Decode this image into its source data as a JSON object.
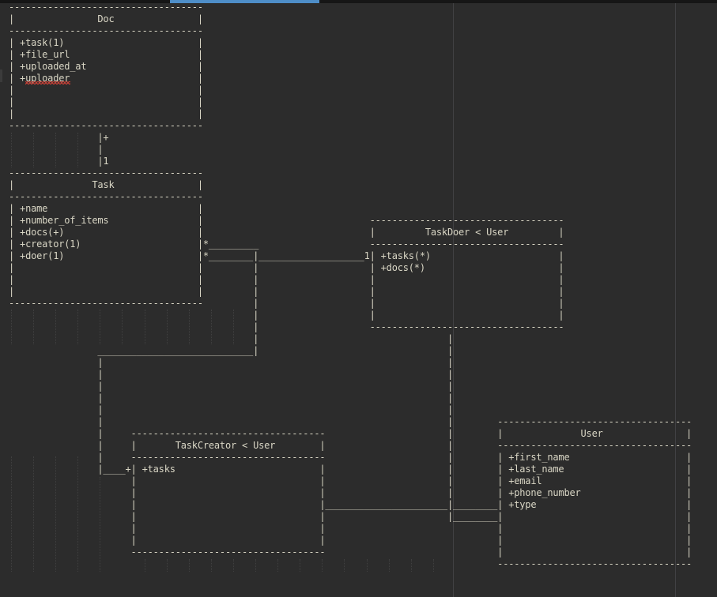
{
  "colors": {
    "background": "#2c2c2c",
    "text": "#d9d6c5",
    "accent_blue": "#4e8ec8",
    "ruler": "#414144",
    "indent_guide": "#404040",
    "top_strip": "#161616",
    "spellcheck_red": "#cc4036"
  },
  "entities": [
    {
      "name": "Doc",
      "attributes": [
        "+task(1)",
        "+file_url",
        "+uploaded_at",
        "+uploader"
      ]
    },
    {
      "name": "Task",
      "attributes": [
        "+name",
        "+number_of_items",
        "+docs(+)",
        "+creator(1)",
        "+doer(1)"
      ]
    },
    {
      "name": "TaskDoer < User",
      "attributes": [
        "+tasks(*)",
        "+docs(*)"
      ]
    },
    {
      "name": "TaskCreator < User",
      "attributes": [
        "+tasks"
      ]
    },
    {
      "name": "User",
      "attributes": [
        "+first_name",
        "+last_name",
        "+email",
        "+phone_number",
        "+type"
      ]
    }
  ],
  "connectors": [
    {
      "from": "Doc",
      "to": "Task",
      "labels": [
        "+",
        "1"
      ]
    },
    {
      "from": "Task",
      "to": "TaskDoer < User",
      "labels": [
        "*",
        "1"
      ]
    },
    {
      "from": "Task",
      "to": "TaskCreator < User",
      "labels": [
        "*",
        "+"
      ]
    },
    {
      "from": "TaskDoer < User",
      "to": "User",
      "labels": []
    },
    {
      "from": "TaskCreator < User",
      "to": "User",
      "labels": []
    }
  ],
  "spellcheck": {
    "word": "uploader",
    "row": 6
  },
  "editor": {
    "lines": [
      [
        [
          0,
          "-",
          35
        ]
      ],
      [
        [
          0,
          "|"
        ],
        [
          16,
          "Doc"
        ],
        [
          34,
          "|"
        ]
      ],
      [
        [
          0,
          "-",
          35
        ]
      ],
      [
        [
          0,
          "|"
        ],
        [
          2,
          "+task(1)"
        ],
        [
          34,
          "|"
        ]
      ],
      [
        [
          0,
          "|"
        ],
        [
          2,
          "+file_url"
        ],
        [
          34,
          "|"
        ]
      ],
      [
        [
          0,
          "|"
        ],
        [
          2,
          "+uploaded_at"
        ],
        [
          34,
          "|"
        ]
      ],
      [
        [
          0,
          "|"
        ],
        [
          2,
          "+uploader"
        ],
        [
          34,
          "|"
        ]
      ],
      [
        [
          0,
          "|"
        ],
        [
          34,
          "|"
        ]
      ],
      [
        [
          0,
          "|"
        ],
        [
          34,
          "|"
        ]
      ],
      [
        [
          0,
          "|"
        ],
        [
          34,
          "|"
        ]
      ],
      [
        [
          0,
          "-",
          35
        ]
      ],
      [
        [
          16,
          "|+"
        ]
      ],
      [
        [
          16,
          "|"
        ]
      ],
      [
        [
          16,
          "|1"
        ]
      ],
      [
        [
          0,
          "-",
          35
        ]
      ],
      [
        [
          0,
          "|"
        ],
        [
          15,
          "Task"
        ],
        [
          34,
          "|"
        ]
      ],
      [
        [
          0,
          "-",
          35
        ]
      ],
      [
        [
          0,
          "|"
        ],
        [
          2,
          "+name"
        ],
        [
          34,
          "|"
        ]
      ],
      [
        [
          0,
          "|"
        ],
        [
          2,
          "+number_of_items"
        ],
        [
          34,
          "|"
        ],
        [
          65,
          "-",
          35
        ]
      ],
      [
        [
          0,
          "|"
        ],
        [
          2,
          "+docs(+)"
        ],
        [
          34,
          "|"
        ],
        [
          65,
          "|"
        ],
        [
          75,
          "TaskDoer < User"
        ],
        [
          99,
          "|"
        ]
      ],
      [
        [
          0,
          "|"
        ],
        [
          2,
          "+creator(1)"
        ],
        [
          34,
          "|*"
        ],
        [
          36,
          "_",
          9
        ],
        [
          65,
          "-",
          35
        ]
      ],
      [
        [
          0,
          "|"
        ],
        [
          2,
          "+doer(1)"
        ],
        [
          34,
          "|*"
        ],
        [
          36,
          "_",
          8
        ],
        [
          44,
          "|"
        ],
        [
          45,
          "_",
          19
        ],
        [
          64,
          "1|"
        ],
        [
          67,
          "+tasks(*)"
        ],
        [
          99,
          "|"
        ]
      ],
      [
        [
          0,
          "|"
        ],
        [
          34,
          "|"
        ],
        [
          44,
          "|"
        ],
        [
          65,
          "|"
        ],
        [
          67,
          "+docs(*)"
        ],
        [
          99,
          "|"
        ]
      ],
      [
        [
          0,
          "|"
        ],
        [
          34,
          "|"
        ],
        [
          44,
          "|"
        ],
        [
          65,
          "|"
        ],
        [
          99,
          "|"
        ]
      ],
      [
        [
          0,
          "|"
        ],
        [
          34,
          "|"
        ],
        [
          44,
          "|"
        ],
        [
          65,
          "|"
        ],
        [
          99,
          "|"
        ]
      ],
      [
        [
          0,
          "-",
          35
        ],
        [
          44,
          "|"
        ],
        [
          65,
          "|"
        ],
        [
          99,
          "|"
        ]
      ],
      [
        [
          44,
          "|"
        ],
        [
          65,
          "|"
        ],
        [
          99,
          "|"
        ]
      ],
      [
        [
          44,
          "|"
        ],
        [
          65,
          "-",
          35
        ]
      ],
      [
        [
          44,
          "|"
        ],
        [
          79,
          "|"
        ]
      ],
      [
        [
          16,
          "_",
          28
        ],
        [
          44,
          "|"
        ],
        [
          79,
          "|"
        ]
      ],
      [
        [
          16,
          "|"
        ],
        [
          79,
          "|"
        ]
      ],
      [
        [
          16,
          "|"
        ],
        [
          79,
          "|"
        ]
      ],
      [
        [
          16,
          "|"
        ],
        [
          79,
          "|"
        ]
      ],
      [
        [
          16,
          "|"
        ],
        [
          79,
          "|"
        ]
      ],
      [
        [
          16,
          "|"
        ],
        [
          79,
          "|"
        ]
      ],
      [
        [
          16,
          "|"
        ],
        [
          79,
          "|"
        ],
        [
          88,
          "-",
          35
        ]
      ],
      [
        [
          16,
          "|"
        ],
        [
          22,
          "-",
          35
        ],
        [
          79,
          "|"
        ],
        [
          88,
          "|"
        ],
        [
          103,
          "User"
        ],
        [
          122,
          "|"
        ]
      ],
      [
        [
          16,
          "|"
        ],
        [
          22,
          "|"
        ],
        [
          30,
          "TaskCreator < User"
        ],
        [
          56,
          "|"
        ],
        [
          79,
          "|"
        ],
        [
          88,
          "-",
          35
        ]
      ],
      [
        [
          16,
          "|"
        ],
        [
          22,
          "-",
          35
        ],
        [
          79,
          "|"
        ],
        [
          88,
          "|"
        ],
        [
          90,
          "+first_name"
        ],
        [
          122,
          "|"
        ]
      ],
      [
        [
          16,
          "|"
        ],
        [
          17,
          "_",
          4
        ],
        [
          21,
          "+|"
        ],
        [
          24,
          "+tasks"
        ],
        [
          56,
          "|"
        ],
        [
          79,
          "|"
        ],
        [
          88,
          "|"
        ],
        [
          90,
          "+last_name"
        ],
        [
          122,
          "|"
        ]
      ],
      [
        [
          22,
          "|"
        ],
        [
          56,
          "|"
        ],
        [
          79,
          "|"
        ],
        [
          88,
          "|"
        ],
        [
          90,
          "+email"
        ],
        [
          122,
          "|"
        ]
      ],
      [
        [
          22,
          "|"
        ],
        [
          56,
          "|"
        ],
        [
          79,
          "|"
        ],
        [
          88,
          "|"
        ],
        [
          90,
          "+phone_number"
        ],
        [
          122,
          "|"
        ]
      ],
      [
        [
          22,
          "|"
        ],
        [
          56,
          "|"
        ],
        [
          57,
          "_",
          22
        ],
        [
          79,
          "|"
        ],
        [
          80,
          "_",
          8
        ],
        [
          88,
          "|"
        ],
        [
          90,
          "+type"
        ],
        [
          122,
          "|"
        ]
      ],
      [
        [
          22,
          "|"
        ],
        [
          56,
          "|"
        ],
        [
          79,
          "|"
        ],
        [
          80,
          "_",
          8
        ],
        [
          88,
          "|"
        ],
        [
          122,
          "|"
        ]
      ],
      [
        [
          22,
          "|"
        ],
        [
          56,
          "|"
        ],
        [
          88,
          "|"
        ],
        [
          122,
          "|"
        ]
      ],
      [
        [
          22,
          "|"
        ],
        [
          56,
          "|"
        ],
        [
          88,
          "|"
        ],
        [
          122,
          "|"
        ]
      ],
      [
        [
          22,
          "-",
          35
        ],
        [
          88,
          "|"
        ],
        [
          122,
          "|"
        ]
      ],
      [
        [
          88,
          "-",
          35
        ]
      ],
      [],
      []
    ]
  }
}
